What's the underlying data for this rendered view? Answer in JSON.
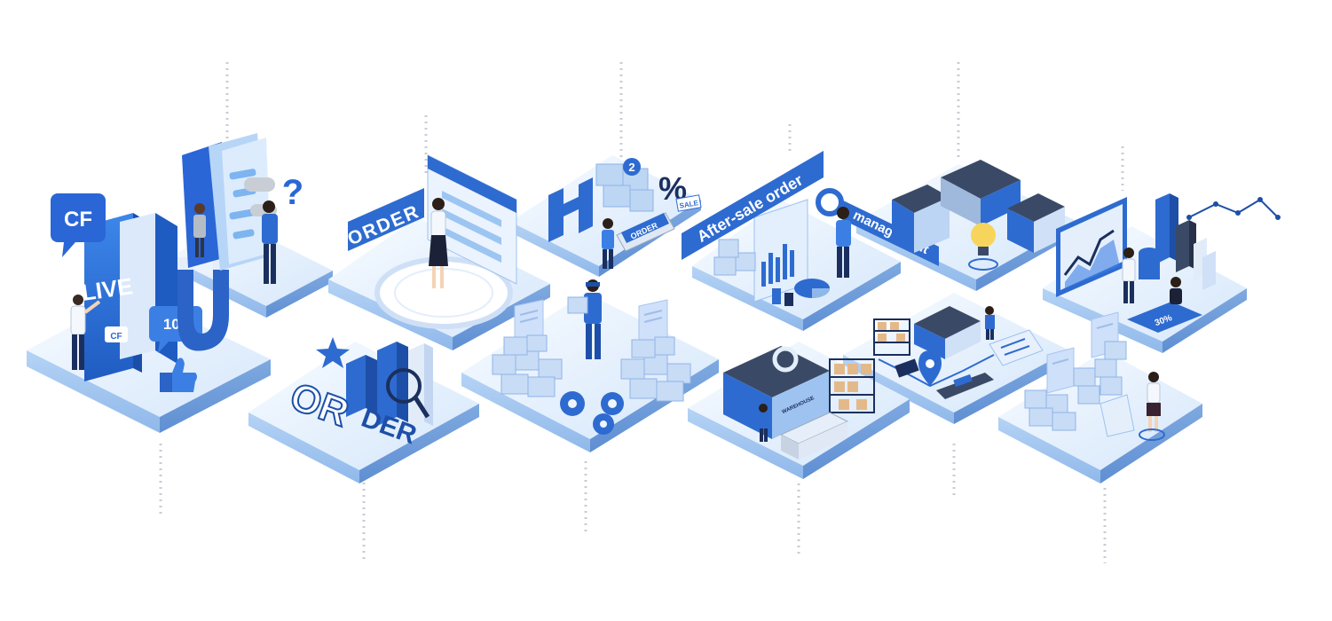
{
  "labels": {
    "cf_bubble": "CF",
    "live": "LIVE",
    "cf_small": "CF",
    "followers": "10k",
    "order_sign": "ORDER",
    "order_or": "OR",
    "order_der": "DER",
    "phone_badge": "2",
    "percent": "%",
    "sale": "SALE",
    "tablet_order": "ORDER",
    "after_sale": "After-sale order",
    "management": "management",
    "warehouse_sign": "WAREHOUSE",
    "discount": "30%"
  },
  "colors": {
    "primary_blue": "#2f6fd8",
    "deep_blue": "#1d4fa8",
    "navy": "#1b2f5e",
    "light_blue": "#cfe3fb",
    "pale_blue": "#e7f1fd",
    "platform_side": "#9cc2ef"
  }
}
